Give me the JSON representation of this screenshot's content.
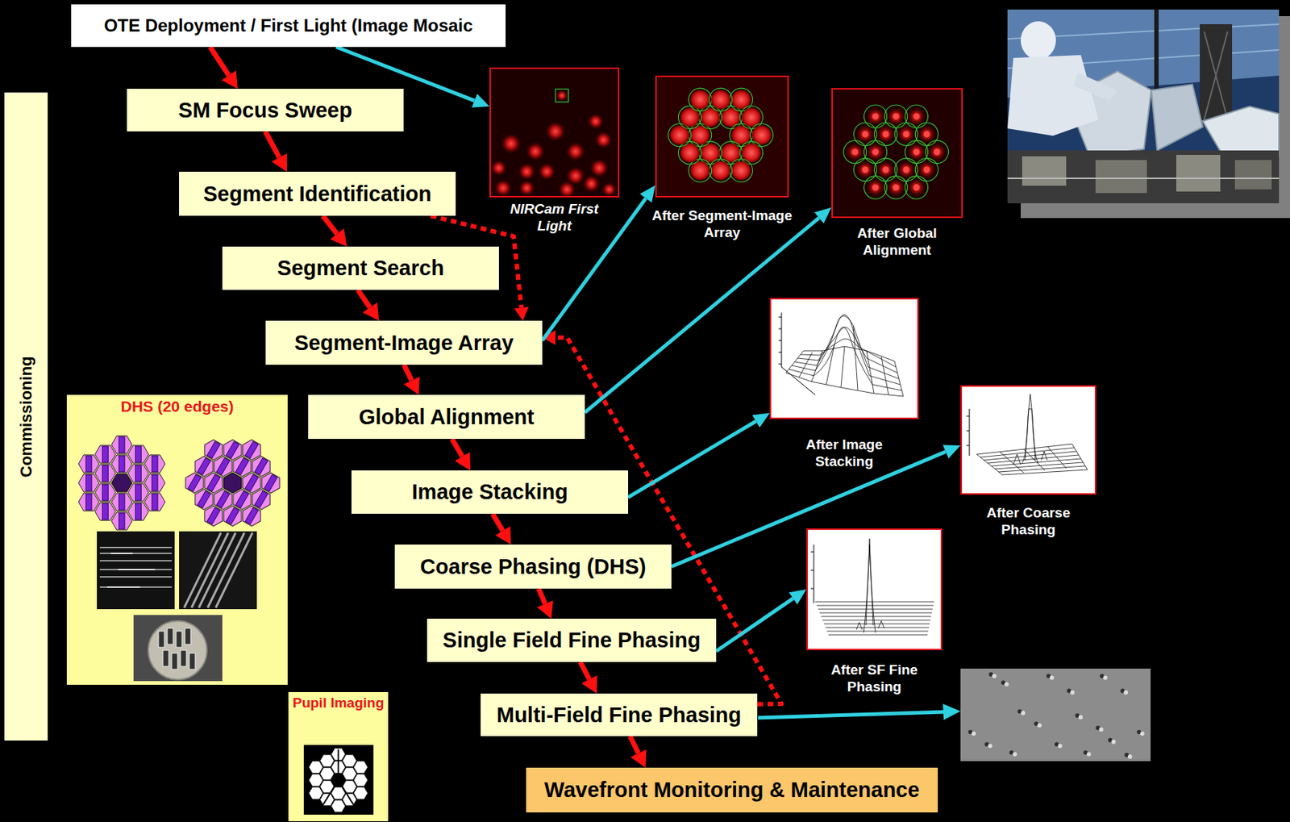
{
  "diagram": {
    "nodes": [
      {
        "text": [
          "OTE Deployment / First Light (Image Mosaic"
        ]
      },
      {
        "text": [
          "SM Focus Sweep"
        ]
      },
      {
        "text": [
          "Segment Identification"
        ]
      },
      {
        "text": [
          "Segment Search"
        ]
      },
      {
        "text": [
          "Segment-Image Array"
        ]
      },
      {
        "text": [
          "Global Alignment"
        ]
      },
      {
        "text": [
          "Image Stacking"
        ]
      },
      {
        "text": [
          "Coarse Phasing (DHS)"
        ]
      },
      {
        "text": [
          "Single Field Fine Phasing"
        ]
      },
      {
        "text": [
          "Multi-Field Fine Phasing"
        ]
      },
      {
        "text": [
          "Wavefront Monitoring & Maintenance"
        ]
      },
      {
        "text": [
          "Commissioning"
        ]
      },
      {
        "text": [
          "DHS (20 edges)"
        ]
      },
      {
        "text": [
          "Pupil Imaging"
        ]
      },
      {
        "text": [
          "NIRCam First Light"
        ]
      },
      {
        "text": [
          "After Segment-Image Array"
        ]
      },
      {
        "text": [
          "After Global Alignment"
        ]
      },
      {
        "text": [
          "After Image Stacking"
        ]
      },
      {
        "text": [
          "After Coarse Phasing"
        ]
      },
      {
        "text": [
          "After SF Fine Phasing"
        ]
      }
    ],
    "edges": [
      {
        "from": 0,
        "to": 1,
        "arrow": "to"
      },
      {
        "from": 1,
        "to": 2,
        "arrow": "to"
      },
      {
        "from": 2,
        "to": 3,
        "arrow": "to"
      },
      {
        "from": 3,
        "to": 4,
        "arrow": "to"
      },
      {
        "from": 4,
        "to": 5,
        "arrow": "to"
      },
      {
        "from": 5,
        "to": 6,
        "arrow": "to"
      },
      {
        "from": 6,
        "to": 7,
        "arrow": "to"
      },
      {
        "from": 7,
        "to": 8,
        "arrow": "to"
      },
      {
        "from": 8,
        "to": 9,
        "arrow": "to"
      },
      {
        "from": 9,
        "to": 10,
        "arrow": "to"
      },
      {
        "from": 2,
        "to": 4,
        "arrow": "to"
      },
      {
        "from": 9,
        "to": 4,
        "arrow": "to"
      },
      {
        "from": 0,
        "to": 14,
        "arrow": "to"
      },
      {
        "from": 4,
        "to": 15,
        "arrow": "to"
      },
      {
        "from": 5,
        "to": 16,
        "arrow": "to"
      },
      {
        "from": 6,
        "to": 17,
        "arrow": "to"
      },
      {
        "from": 7,
        "to": 18,
        "arrow": "to"
      },
      {
        "from": 8,
        "to": 19,
        "arrow": "to"
      }
    ]
  }
}
